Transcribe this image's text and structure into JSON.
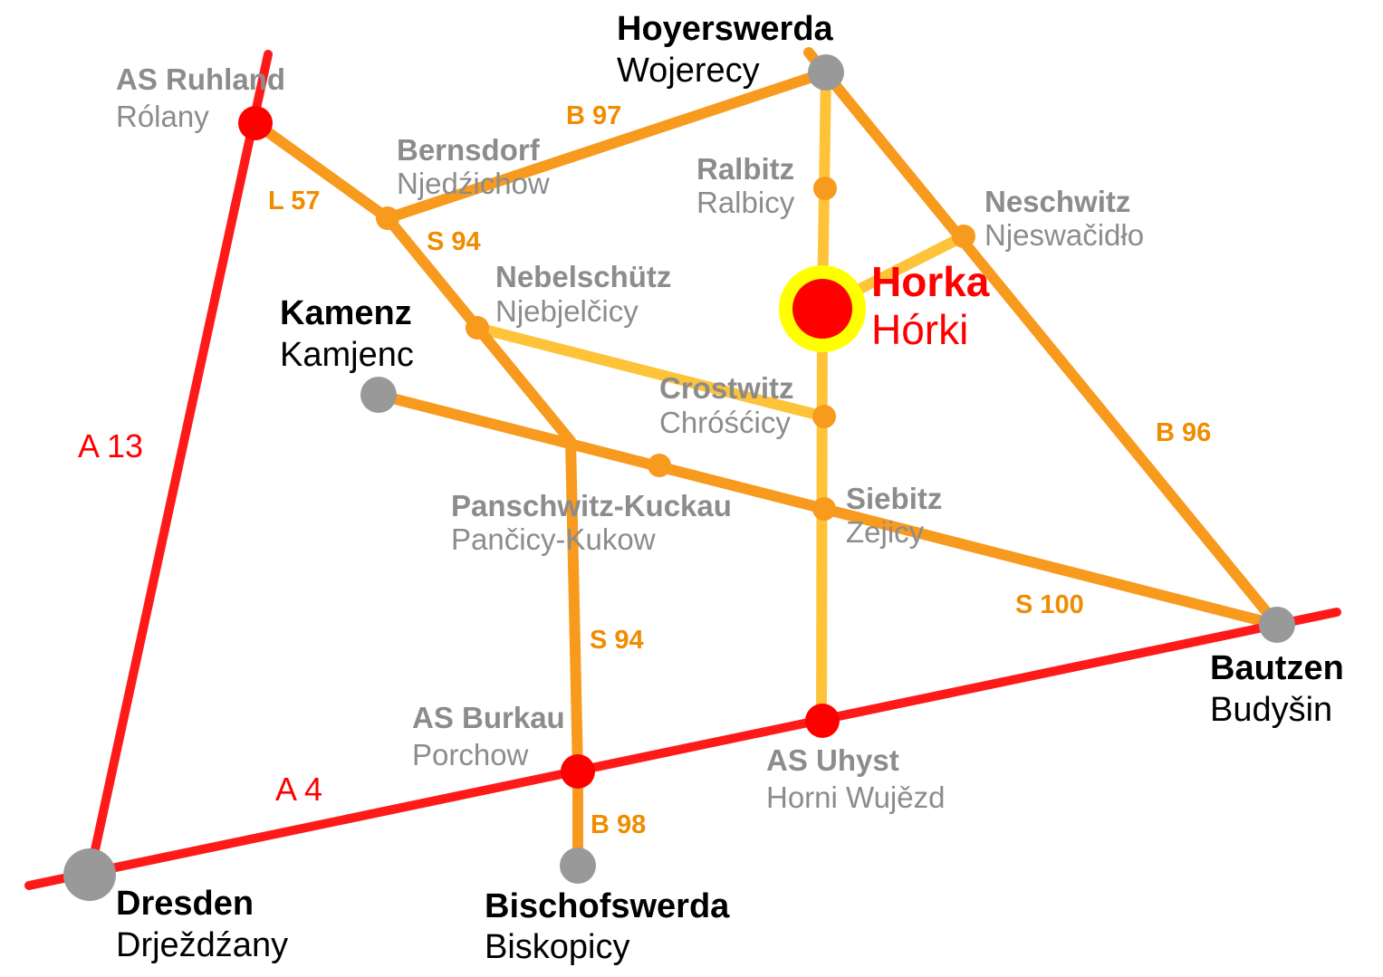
{
  "colors": {
    "autobahn": "#ff1a1a",
    "bundesstrasse": "#f79a1e",
    "staatsstrasse": "#ffc33a",
    "town_node": "#999999",
    "small_node": "#f79a1e",
    "junction_node": "#ff0000",
    "focus_ring": "#ffff00",
    "major_label": "#000000",
    "minor_label": "#8c8c8c",
    "road_label": "#f08c00",
    "autobahn_label": "#ff0000",
    "focus_label": "#ff0000"
  },
  "places": {
    "hoyerswerda": {
      "de": "Hoyerswerda",
      "hsb": "Wojerecy"
    },
    "ruhland": {
      "de": "AS Ruhland",
      "hsb": "Rólany"
    },
    "bernsdorf": {
      "de": "Bernsdorf",
      "hsb": "Njedźichow"
    },
    "ralbitz": {
      "de": "Ralbitz",
      "hsb": "Ralbicy"
    },
    "neschwitz": {
      "de": "Neschwitz",
      "hsb": "Njeswačidło"
    },
    "nebelschuetz": {
      "de": "Nebelschütz",
      "hsb": "Njebjelčicy"
    },
    "horka": {
      "de": "Horka",
      "hsb": "Hórki"
    },
    "kamenz": {
      "de": "Kamenz",
      "hsb": "Kamjenc"
    },
    "crostwitz": {
      "de": "Crostwitz",
      "hsb": "Chróśćicy"
    },
    "panschwitz": {
      "de": "Panschwitz-Kuckau",
      "hsb": "Pančicy-Kukow"
    },
    "siebitz": {
      "de": "Siebitz",
      "hsb": "Zejicy"
    },
    "bautzen": {
      "de": "Bautzen",
      "hsb": "Budyšin"
    },
    "burkau": {
      "de": "AS Burkau",
      "hsb": "Porchow"
    },
    "uhyst": {
      "de": "AS Uhyst",
      "hsb": "Horni Wujězd"
    },
    "dresden": {
      "de": "Dresden",
      "hsb": "Drježdźany"
    },
    "bischofswerda": {
      "de": "Bischofswerda",
      "hsb": "Biskopicy"
    }
  },
  "roads": {
    "a13": "A 13",
    "a4": "A 4",
    "b97": "B 97",
    "l57": "L 57",
    "s94_north": "S 94",
    "s94_south": "S 94",
    "b96": "B 96",
    "s100": "S 100",
    "b98": "B 98"
  }
}
